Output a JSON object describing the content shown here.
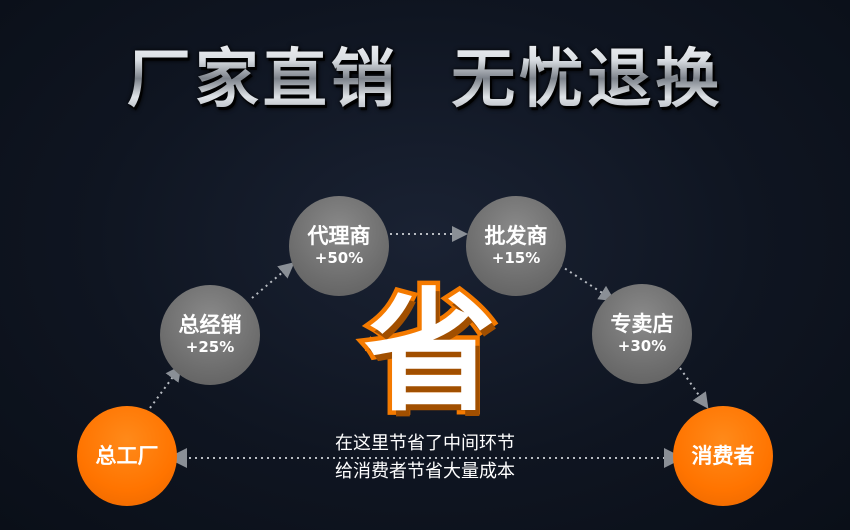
{
  "headline": "厂家直销  无忧退换",
  "nodes": {
    "factory": {
      "label": "总工厂"
    },
    "general_distributor": {
      "label": "总经销",
      "markup": "+25%"
    },
    "agent": {
      "label": "代理商",
      "markup": "+50%"
    },
    "wholesaler": {
      "label": "批发商",
      "markup": "+15%"
    },
    "store": {
      "label": "专卖店",
      "markup": "+30%"
    },
    "consumer": {
      "label": "消费者"
    }
  },
  "center_char": "省",
  "savings": {
    "line1": "在这里节省了中间环节",
    "line2": "给消费者节省大量成本"
  },
  "colors": {
    "orange": "#ff7400",
    "gray": "#6e6e6e",
    "background": "#0f1521"
  }
}
